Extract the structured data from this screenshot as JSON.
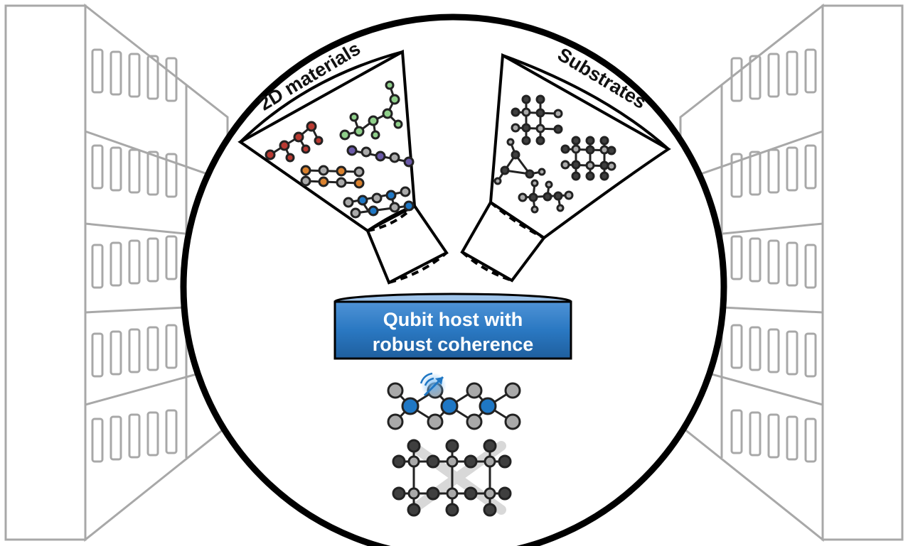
{
  "labels": {
    "left_funnel": "2D materials",
    "right_funnel": "Substrates",
    "banner_line1": "Qubit host with",
    "banner_line2": "robust coherence"
  },
  "colors": {
    "outline": "#000000",
    "rack_gray": "#a8a8a8",
    "banner_blue": "#2a78c2",
    "banner_blue_dark": "#1f5f9e",
    "qubit_blue": "#1f77c4",
    "atom_gray": "#a9a9a9",
    "atom_dark": "#3f3f3f",
    "molecule_red": "#b83a32",
    "molecule_orange": "#d9812e",
    "molecule_green": "#8fcf8a",
    "molecule_purple": "#6b5aa8"
  },
  "icons": [
    "server-rack-left",
    "server-rack-right",
    "left-funnel",
    "right-funnel",
    "spin-qubit-icon"
  ]
}
